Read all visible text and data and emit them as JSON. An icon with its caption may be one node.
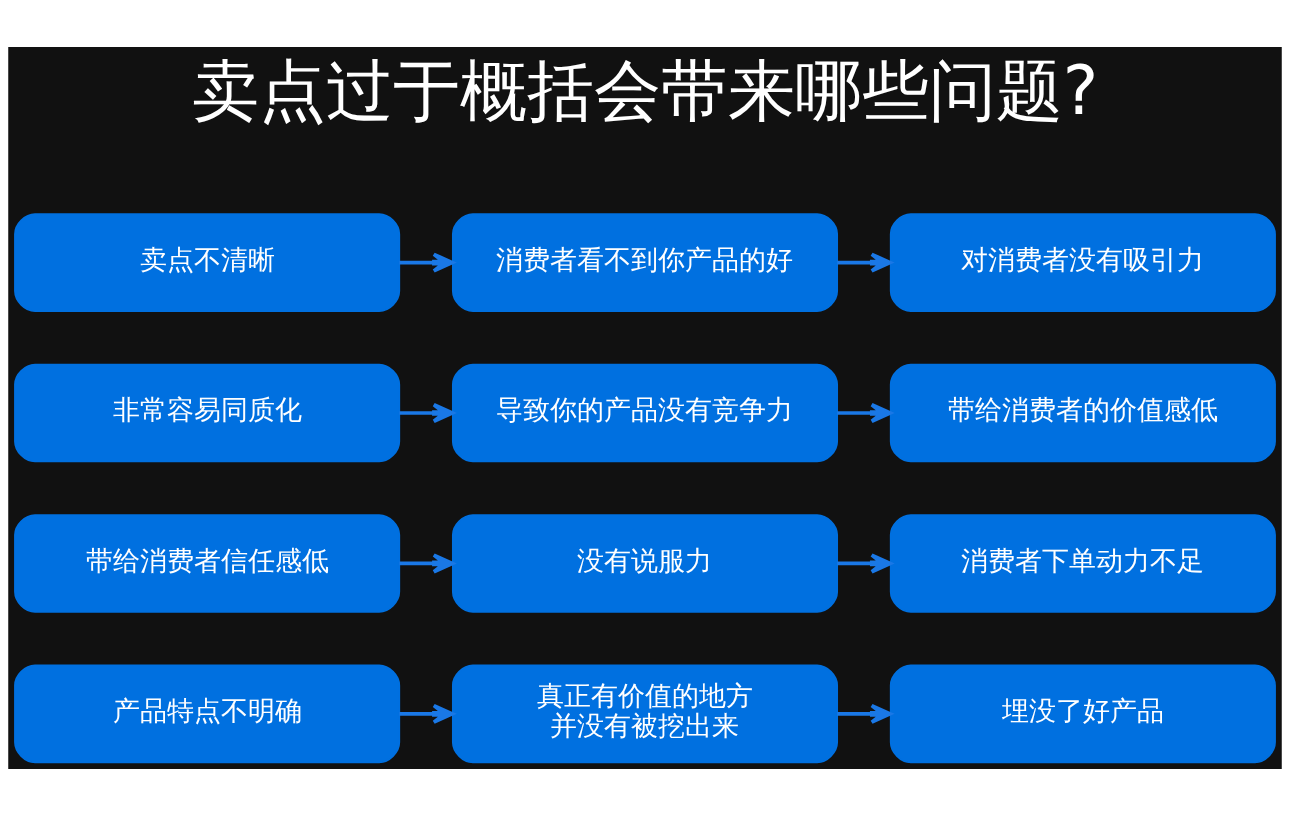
{
  "diagram": {
    "title": "卖点过于概括会带来哪些问题?",
    "nodes": [
      {
        "text": [
          "卖点不清晰"
        ]
      },
      {
        "text": [
          "消费者看不到你产品的好"
        ]
      },
      {
        "text": [
          "对消费者没有吸引力"
        ]
      },
      {
        "text": [
          "非常容易同质化"
        ]
      },
      {
        "text": [
          "导致你的产品没有竞争力"
        ]
      },
      {
        "text": [
          "带给消费者的价值感低"
        ]
      },
      {
        "text": [
          "带给消费者信任感低"
        ]
      },
      {
        "text": [
          "没有说服力"
        ]
      },
      {
        "text": [
          "消费者下单动力不足"
        ]
      },
      {
        "text": [
          "产品特点不明确"
        ]
      },
      {
        "text": [
          "真正有价值的地方并没有被挖出来"
        ]
      },
      {
        "text": [
          "埋没了好产品"
        ]
      }
    ],
    "edges": [
      {
        "from": 0,
        "to": 1,
        "arrow": "to"
      },
      {
        "from": 1,
        "to": 2,
        "arrow": "to"
      },
      {
        "from": 3,
        "to": 4,
        "arrow": "to"
      },
      {
        "from": 4,
        "to": 5,
        "arrow": "to"
      },
      {
        "from": 6,
        "to": 7,
        "arrow": "to"
      },
      {
        "from": 7,
        "to": 8,
        "arrow": "to"
      },
      {
        "from": 9,
        "to": 10,
        "arrow": "to"
      },
      {
        "from": 10,
        "to": 11,
        "arrow": "to"
      }
    ]
  }
}
